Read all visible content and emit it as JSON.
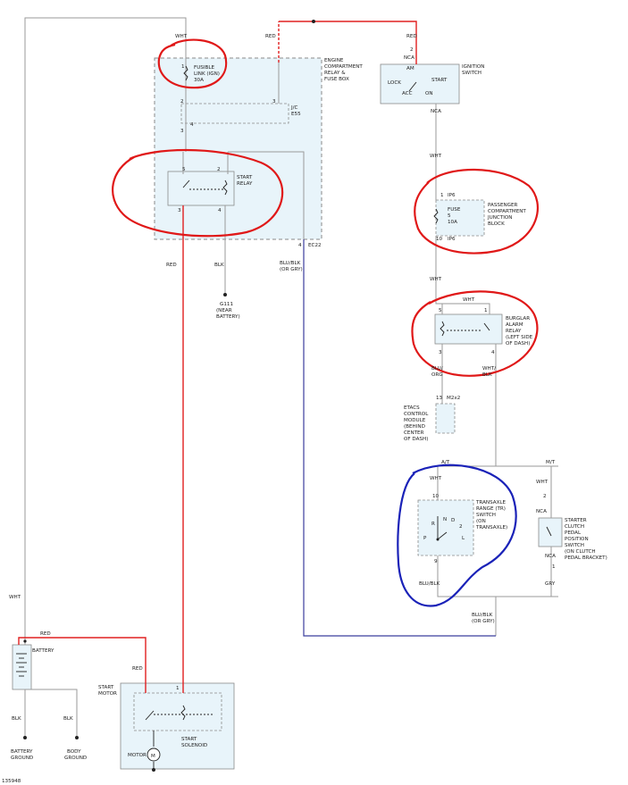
{
  "colors": {
    "wire": "#9a9a9a",
    "wire_red": "#e02020",
    "wire_blue": "#3b3e9e",
    "box_fill": "#e8f4fa",
    "box_stroke": "#8a8a8a",
    "circle_red": "#e01818",
    "circle_blue": "#1a22b8"
  },
  "labels": {
    "wht_top": "WHT",
    "red_top": "RED",
    "fusible_link": [
      "FUSIBLE",
      "LINK (IGN)",
      "30A"
    ],
    "engine_box": [
      "ENGINE",
      "COMPARTMENT",
      "RELAY &",
      "FUSE BOX"
    ],
    "jc": [
      "J/C",
      "E55"
    ],
    "start_relay": [
      "START",
      "RELAY"
    ],
    "ec22": "EC22",
    "ignition_switch": [
      "IGNITION",
      "SWITCH"
    ],
    "nca": "NCA",
    "am": "AM",
    "lock": "LOCK",
    "start": "START",
    "acc": "ACC",
    "on": "ON",
    "red_ign": "RED",
    "wht_mid": "WHT",
    "wht_mid2": "WHT",
    "wht_relay": "WHT",
    "junction_block": [
      "PASSENGER",
      "COMPARTMENT",
      "JUNCTION",
      "BLOCK"
    ],
    "fuse": [
      "FUSE",
      "5",
      "10A"
    ],
    "ipb": "IP6",
    "ipb2": "IP6",
    "red_sr": "RED",
    "blk_sr": "BLK",
    "g111": [
      "G111",
      "(NEAR",
      "BATTERY)"
    ],
    "blu_blk": [
      "BLU/BLK",
      "(OR GRY)"
    ],
    "burglar_relay": [
      "BURGLAR",
      "ALARM",
      "RELAY",
      "(LEFT SIDE",
      "OF DASH)"
    ],
    "blu_org": [
      "BLU/",
      "ORG"
    ],
    "wht_blk": [
      "WHT/",
      "BLK"
    ],
    "etacs": [
      "ETACS",
      "CONTROL",
      "MODULE",
      "(BEHIND",
      "CENTER",
      "OF DASH)"
    ],
    "m2x2": "M2x2",
    "at": "A/T",
    "mt": "M/T",
    "wht_tr": "WHT",
    "wht_mt": "WHT",
    "tr_switch": [
      "TRANSAXLE",
      "RANGE (TR)",
      "SWITCH",
      "(ON",
      "TRANSAXLE)"
    ],
    "tr_letters": [
      "R",
      "N",
      "D",
      "2",
      "P",
      "L"
    ],
    "blu_blk_tr": "BLU/BLK",
    "gry": "GRY",
    "clutch_switch": [
      "STARTER",
      "CLUTCH",
      "PEDAL",
      "POSITION",
      "SWITCH",
      "(ON CLUTCH",
      "PEDAL BRACKET)"
    ],
    "blu_blk2": [
      "BLU/BLK",
      "(OR GRY)"
    ],
    "wht_left": "WHT",
    "red_batt": "RED",
    "battery": "BATTERY",
    "red_motor": "RED",
    "start_motor": [
      "START",
      "MOTOR"
    ],
    "blk_batt": "BLK",
    "blk_body": "BLK",
    "battery_ground": [
      "BATTERY",
      "GROUND"
    ],
    "body_ground": [
      "BODY",
      "GROUND"
    ],
    "start_solenoid": [
      "START",
      "SOLENOID"
    ],
    "motor": "MOTOR",
    "motor_symbol": "M",
    "diagram_id": "135948"
  },
  "pins": {
    "p_fl1": "1",
    "p_fl2": "2",
    "p_jc3": "3",
    "p_jc4": "4",
    "p_jc2": "3",
    "p_sr5": "5",
    "p_sr2": "2",
    "p_sr3": "3",
    "p_sr4": "4",
    "p_ec": "4",
    "p_ign2": "2",
    "p_fuse1": "1",
    "p_fuse10": "10",
    "p_ba5": "5",
    "p_ba1": "1",
    "p_ba3": "3",
    "p_ba4": "4",
    "p_et": "13",
    "p_tr10": "10",
    "p_tr9": "9",
    "p_cl2": "2",
    "p_cl1": "1",
    "p_sm1": "1"
  }
}
